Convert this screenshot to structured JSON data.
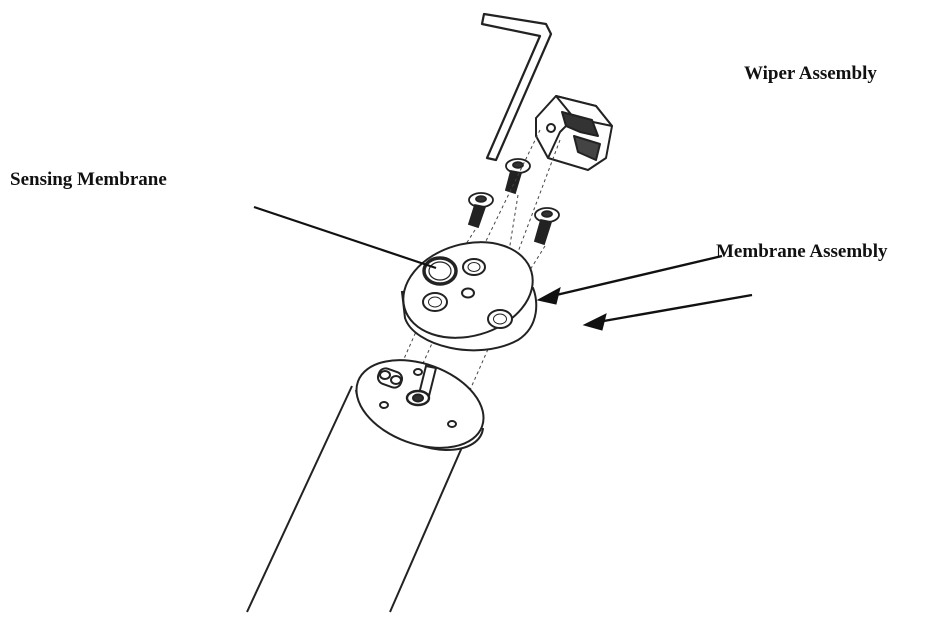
{
  "labels": {
    "wiper_assembly": "Wiper Assembly",
    "sensing_membrane": "Sensing Membrane",
    "membrane_assembly": "Membrane Assembly"
  },
  "colors": {
    "line": "#222222",
    "background": "#ffffff",
    "shade": "#555555"
  }
}
